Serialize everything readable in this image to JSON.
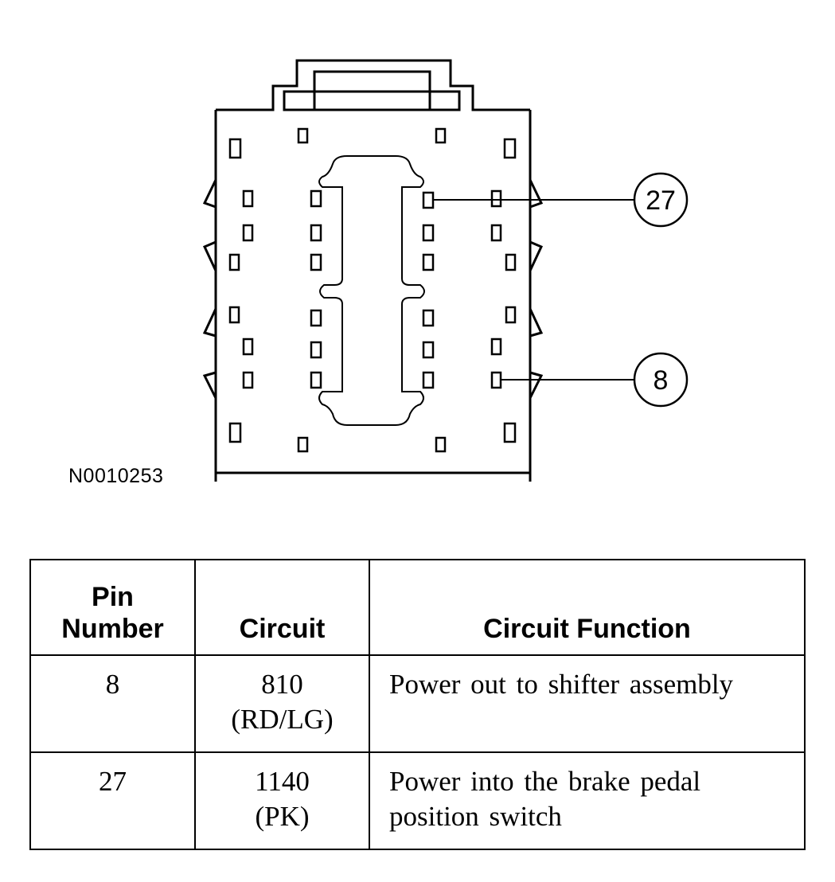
{
  "figure_id": "N0010253",
  "callouts": [
    {
      "label": "27"
    },
    {
      "label": "8"
    }
  ],
  "table": {
    "headers": {
      "pin_number_line1": "Pin",
      "pin_number_line2": "Number",
      "circuit": "Circuit",
      "circuit_function": "Circuit Function"
    },
    "rows": [
      {
        "pin": "8",
        "circuit": "810",
        "wire_color": "(RD/LG)",
        "function_line1": "Power out to shifter assembly",
        "function_line2": ""
      },
      {
        "pin": "27",
        "circuit": "1140",
        "wire_color": "(PK)",
        "function_line1": "Power into the brake pedal",
        "function_line2": "position switch"
      }
    ]
  }
}
